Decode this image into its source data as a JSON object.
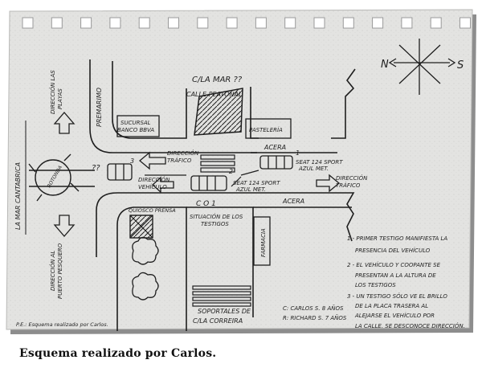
{
  "caption": "Esquema realizado por Carlos.",
  "sketch": {
    "compass": {
      "north": "N",
      "south": "S"
    },
    "streets": {
      "c_la_mar": "C/LA MAR ??",
      "calle_peatonal": "CALLE PEATONAL",
      "premarimo": "PREMARIMO",
      "la_mar_cantabrica": "LA MAR CANTABRICA",
      "acera_top": "ACERA",
      "acera_bottom": "ACERA"
    },
    "places": {
      "sucursal": "SUCURSAL",
      "banco": "BANCO BBVA",
      "pasteleria": "PASTELERÍA",
      "quiosco": "QUIOSCO PRENSA",
      "farmacia": "FARMACIA",
      "soportales_1": "SOPORTALES DE",
      "soportales_2": "C/LA CORREIRA",
      "rotonda": "ROTONDA"
    },
    "directions": {
      "playas_1": "DIRECCIÓN LAS",
      "playas_2": "PLAYAS",
      "trafico_left_1": "DIRECCIÓN",
      "trafico_left_2": "TRÁFICO",
      "vehiculo_1": "DIRECCIÓN",
      "vehiculo_2": "VEHÍCULO",
      "trafico_right_1": "DIRECCIÓN",
      "trafico_right_2": "TRÁFICO",
      "puerto_1": "DIRECCIÓN AL",
      "puerto_2": "PUERTO PESQUERO"
    },
    "vehicles": {
      "car1_1": "SEAT 124 SPORT",
      "car1_2": "AZUL MET.",
      "car2_1": "SEAT 124 SPORT",
      "car2_2": "AZUL MET.",
      "num_1": "1",
      "num_2": "2",
      "num_3": "3",
      "qq": "??"
    },
    "witnesses": {
      "marks": "C O 1",
      "label_1": "SITUACIÓN DE LOS",
      "label_2": "TESTIGOS"
    },
    "notes": [
      "1 - PRIMER TESTIGO MANIFIESTA LA",
      "PRESENCIA DEL VEHÍCULO",
      "2 - EL VEHÍCULO Y COOPANTE SE",
      "PRESENTAN A LA ALTURA DE",
      "LOS TESTIGOS",
      "3 - UN TESTIGO SÓLO VE EL BRILLO",
      "DE LA PLACA TRASERA AL",
      "ALEJARSE EL VEHÍCULO POR",
      "LA CALLE. SE DESCONOCE DIRECCIÓN."
    ],
    "kids": {
      "carlos": "C: CARLOS S.  8 AÑOS",
      "richard": "R: RICHARD S. 7 AÑOS"
    },
    "signature": "P.E.: Esquema realizado por Carlos."
  },
  "colors": {
    "paper": "#e2e2e0",
    "ink": "#1e1e1e",
    "shadow": "#9a9a9a"
  }
}
